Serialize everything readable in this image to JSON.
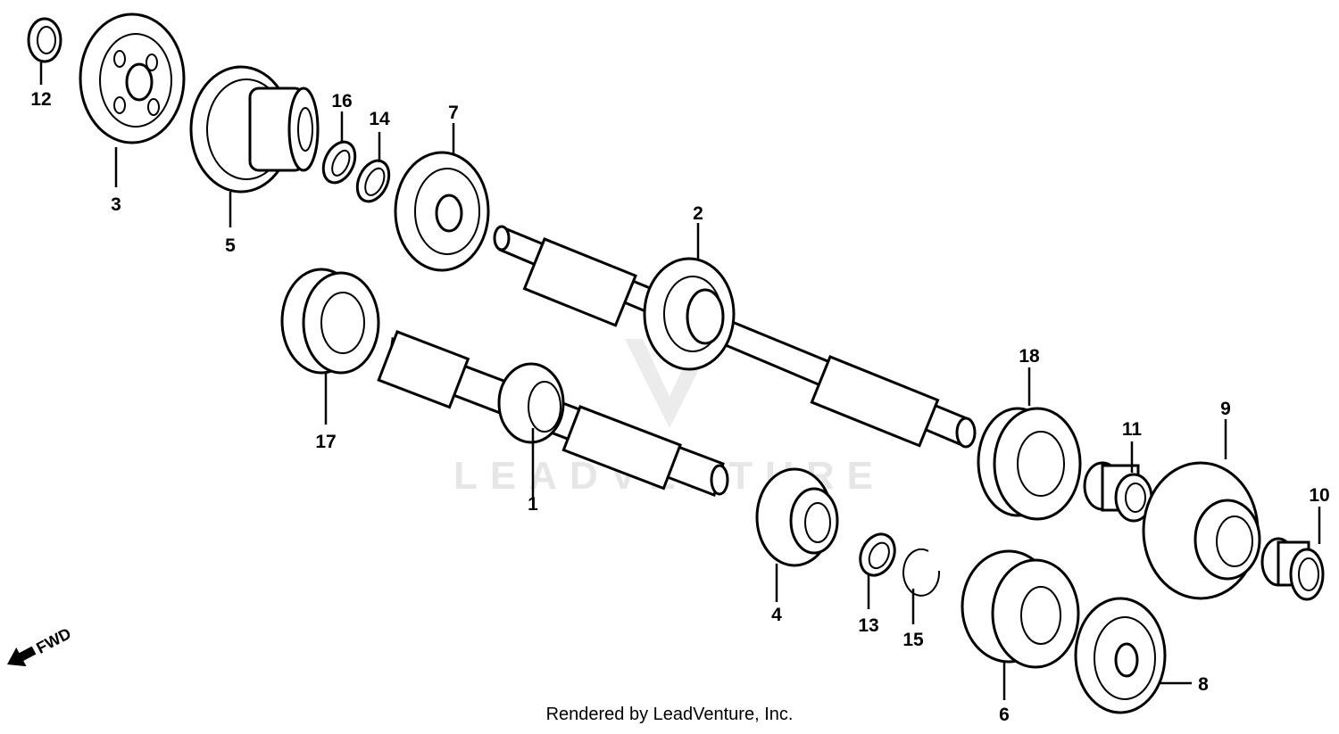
{
  "watermark": {
    "text": "LEADVENTURE"
  },
  "direction_marker": {
    "label": "FWD"
  },
  "footer": {
    "credit": "Rendered by LeadVenture, Inc."
  },
  "callouts": {
    "c1": "1",
    "c2": "2",
    "c3": "3",
    "c4": "4",
    "c5": "5",
    "c6": "6",
    "c7": "7",
    "c8": "8",
    "c9": "9",
    "c10": "10",
    "c11": "11",
    "c12": "12",
    "c13": "13",
    "c14": "14",
    "c15": "15",
    "c16": "16",
    "c17": "17",
    "c18": "18"
  }
}
